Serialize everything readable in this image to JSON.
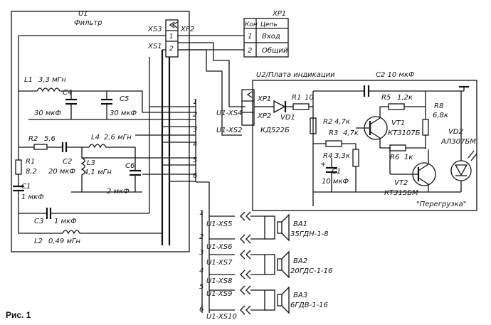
{
  "figure_caption": "Рис. 1",
  "u1": {
    "ref": "U1",
    "name": "Фильтр"
  },
  "u2": {
    "ref": "U2/Плата индикации",
    "status": "\"Перегрузка\""
  },
  "xp2": {
    "ref": "XP2",
    "pins": [
      "1",
      "2"
    ]
  },
  "xs3": "XS3",
  "xs1": "XS1",
  "xp1": {
    "ref": "XP1",
    "header": [
      "Кон",
      "Цепь"
    ],
    "rows": [
      [
        "1",
        "Вход"
      ],
      [
        "2",
        "Общий"
      ]
    ]
  },
  "filter_pins": [
    "1",
    "2",
    "3",
    "4",
    "5",
    "6"
  ],
  "speaker_pins": [
    "1",
    "2",
    "3",
    "4",
    "5",
    "6"
  ],
  "components": {
    "L1": [
      "L1",
      "3,3 мГн"
    ],
    "C4": [
      "C4",
      "30 мкФ"
    ],
    "C5": [
      "C5",
      "30 мкФ"
    ],
    "R2": [
      "R2",
      "5,6"
    ],
    "R1": [
      "R1",
      "8,2"
    ],
    "C1f": [
      "C1",
      "1 мкФ"
    ],
    "C2f": [
      "C2",
      "20 мкФ"
    ],
    "L4": [
      "L4",
      "2,6 мГн"
    ],
    "L3": [
      "L3",
      "4,1 мГн"
    ],
    "C6": [
      "C6",
      "2 мкФ"
    ],
    "C3": [
      "C3",
      "1 мкФ"
    ],
    "L2": [
      "L2",
      "0,49 мГн"
    ]
  },
  "indicator": {
    "xs4": "U1-XS4",
    "xs2": "U1-XS2",
    "xp1": "XP1",
    "xp2": "XP2",
    "vd1": "VD1",
    "vd1_type": "КД522Б",
    "r1": [
      "R1",
      "10"
    ],
    "c2": "C2 10 мкФ",
    "r2": [
      "R2",
      "4,7к"
    ],
    "r3": [
      "R3",
      "4,7к"
    ],
    "r4": [
      "R4",
      "3,3к"
    ],
    "c1": [
      "C1",
      "10 мкФ"
    ],
    "r5": [
      "R5",
      "1,2к"
    ],
    "vt1": [
      "VT1",
      "КТ3107Б"
    ],
    "r6": [
      "R6",
      "1к"
    ],
    "vt2": [
      "VT2",
      "КТ315БМ"
    ],
    "r8": [
      "R8",
      "6,8к"
    ],
    "vd2": [
      "VD2",
      "АЛ307БМ"
    ]
  },
  "jacks": [
    "U1-XS5",
    "U1-XS6",
    "U1-XS7",
    "U1-XS8",
    "U1-XS9",
    "U1-XS10"
  ],
  "speakers": [
    {
      "ref": "BA1",
      "type": "35ГДН-1-8"
    },
    {
      "ref": "BA2",
      "type": "20ГДС-1-16"
    },
    {
      "ref": "BA3",
      "type": "6ГДВ-1-16"
    }
  ]
}
